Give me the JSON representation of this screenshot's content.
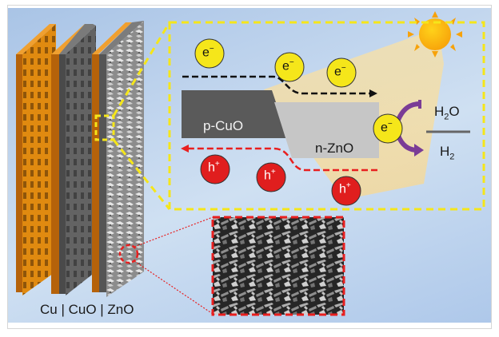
{
  "figure": {
    "caption_label": "Cu | CuO | ZnO",
    "layers": [
      "Cu",
      "CuO",
      "ZnO"
    ],
    "inset": {
      "left_material": "p-CuO",
      "right_material": "n-ZnO",
      "electron_label": "e",
      "electron_sup": "−",
      "hole_label": "h",
      "hole_sup": "+",
      "reactant": "H",
      "reactant_sub": "2",
      "reactant_tail": "O",
      "product": "H",
      "product_sub": "2",
      "light_source": "sun-icon"
    },
    "colors": {
      "copper": "#e08a10",
      "cuo": "#5a5a5a",
      "electron": "#f5e61a",
      "hole": "#e01e1e",
      "highlight_frame": "#f5e61a",
      "sem_frame": "#e81f1f",
      "arrow_purple": "#7a3c96"
    },
    "sem_image": "zno-nanostructure-micrograph"
  }
}
